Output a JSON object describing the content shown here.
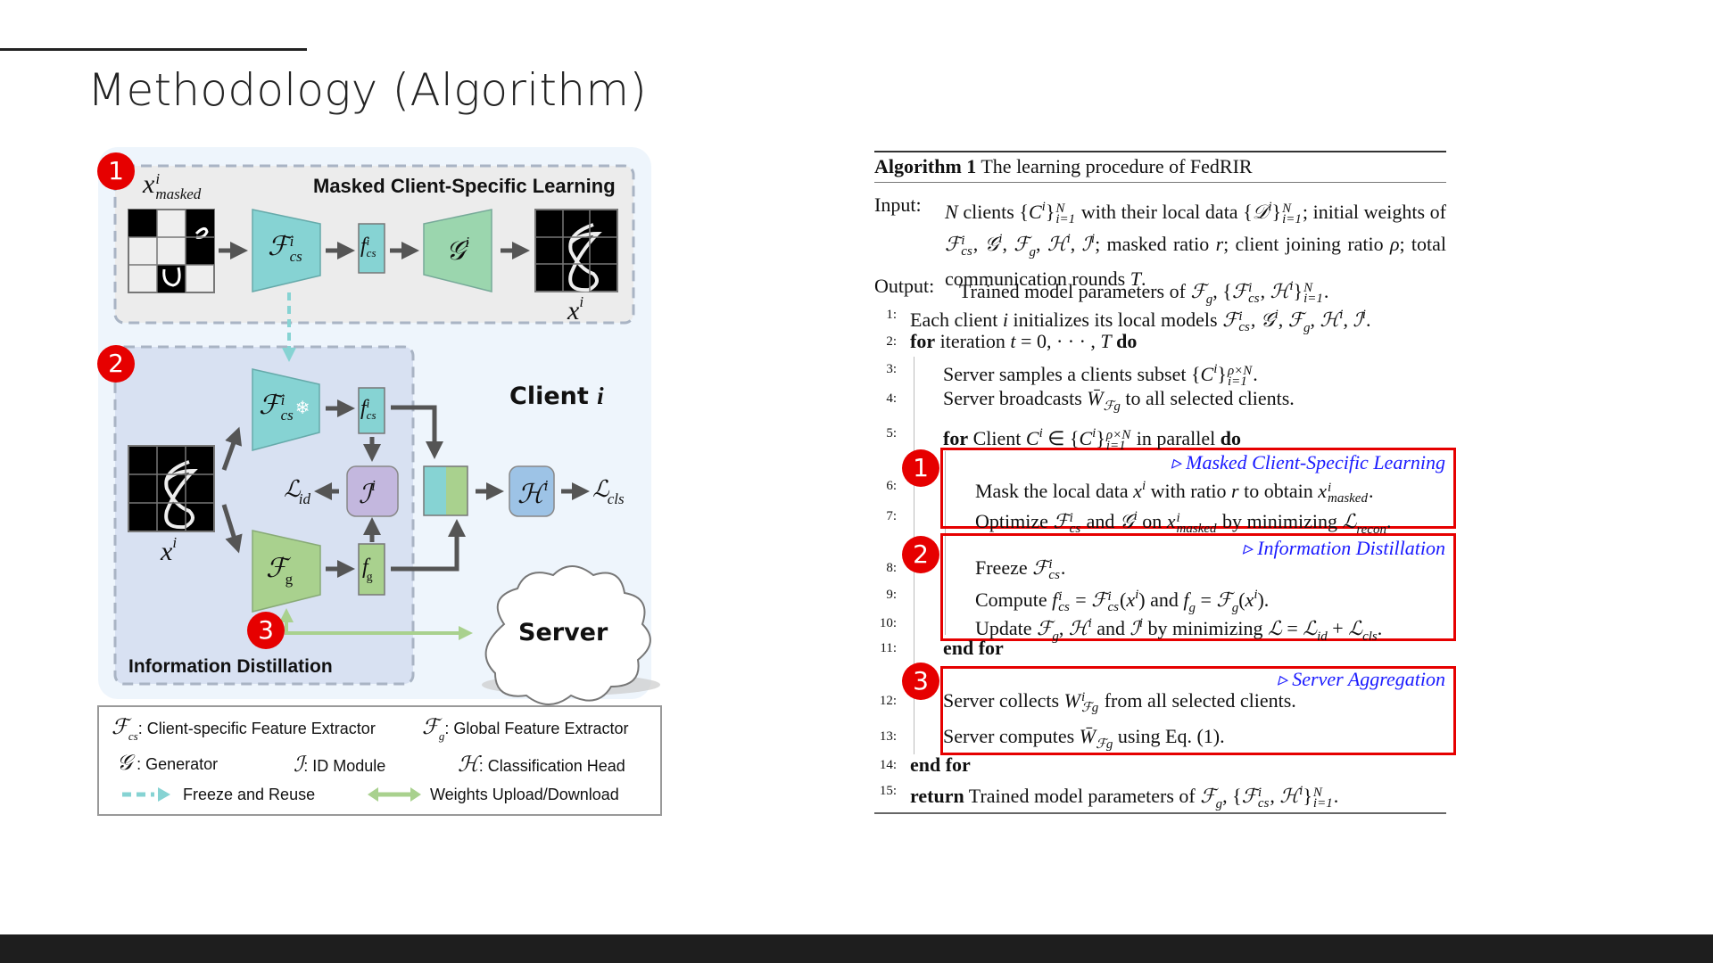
{
  "slide": {
    "title": "Methodology (Algorithm)"
  },
  "diagram": {
    "badges": [
      "1",
      "2",
      "3"
    ],
    "masked_section_title": "Masked Client-Specific Learning",
    "distill_section_title": "Information Distillation",
    "client_label": {
      "text": "Client ",
      "var": "i"
    },
    "server_label": "Server",
    "x_masked": {
      "symbol": "x",
      "sup": "i",
      "sub": "masked"
    },
    "x_recon": {
      "symbol": "x",
      "sup": "i"
    },
    "x_input": {
      "symbol": "x",
      "sup": "i"
    },
    "fcs_extractor": {
      "symbol": "ℱ",
      "sup": "i",
      "sub": "cs"
    },
    "fcs_feature": {
      "symbol": "f",
      "sup": "i",
      "sub": "cs"
    },
    "generator": {
      "symbol": "𝒢",
      "sup": "i"
    },
    "fcs_frozen": {
      "symbol": "ℱ",
      "sup": "i",
      "sub": "cs",
      "icon": "❄"
    },
    "fcs_feature2": {
      "symbol": "f",
      "sup": "i",
      "sub": "cs"
    },
    "id_module": {
      "symbol": "ℐ",
      "sup": "i"
    },
    "loss_id": {
      "symbol": "ℒ",
      "sub": "id"
    },
    "fg_extractor": {
      "symbol": "ℱ",
      "sub": "g"
    },
    "fg_feature": {
      "symbol": "f",
      "sub": "g"
    },
    "head": {
      "symbol": "ℋ",
      "sup": "i"
    },
    "loss_cls": {
      "symbol": "ℒ",
      "sub": "cls"
    },
    "colors": {
      "fcs": "#86d3d3",
      "generator": "#9bd6ae",
      "fg": "#a9d18e",
      "id": "#c3b7de",
      "head": "#9dc3e6",
      "badge": "#e60000"
    }
  },
  "legend": {
    "items": [
      {
        "symbol": "ℱ",
        "sub": "cs",
        "label": ": Client-specific Feature Extractor"
      },
      {
        "symbol": "ℱ",
        "sub": "g",
        "label": ": Global Feature Extractor"
      },
      {
        "symbol": "𝒢",
        "sub": "",
        "label": " : Generator"
      },
      {
        "symbol": "ℐ",
        "sub": "",
        "label": ": ID Module"
      },
      {
        "symbol": "ℋ",
        "sub": "",
        "label": ": Classification Head"
      }
    ],
    "freeze_label": "Freeze and Reuse",
    "weights_label": "Weights Upload/Download"
  },
  "algorithm": {
    "caption": [
      [
        "b",
        "Algorithm 1"
      ],
      [
        "n",
        " The learning procedure of FedRIR"
      ]
    ],
    "input_label": "Input:",
    "input": [
      [
        "i",
        "N"
      ],
      [
        "n",
        " clients {"
      ],
      [
        "i",
        "C"
      ],
      [
        "sup",
        "i"
      ],
      [
        "n",
        "}"
      ],
      [
        "ss",
        "N",
        "i=1"
      ],
      [
        "n",
        " with their local data {"
      ],
      [
        "i",
        "𝒟"
      ],
      [
        "sup",
        "i"
      ],
      [
        "n",
        "}"
      ],
      [
        "ss",
        "N",
        "i=1"
      ],
      [
        "n",
        "; initial weights of "
      ],
      [
        "i",
        "ℱ"
      ],
      [
        "ss",
        "i",
        "cs"
      ],
      [
        "n",
        ", "
      ],
      [
        "i",
        "𝒢"
      ],
      [
        "sup",
        "i"
      ],
      [
        "n",
        ", "
      ],
      [
        "i",
        "ℱ"
      ],
      [
        "sub",
        "g"
      ],
      [
        "n",
        ", "
      ],
      [
        "i",
        "ℋ"
      ],
      [
        "sup",
        "i"
      ],
      [
        "n",
        ", "
      ],
      [
        "i",
        "ℐ"
      ],
      [
        "sup",
        "i"
      ],
      [
        "n",
        "; masked ratio "
      ],
      [
        "i",
        "r"
      ],
      [
        "n",
        "; client joining ratio "
      ],
      [
        "i",
        "ρ"
      ],
      [
        "n",
        "; total communication rounds "
      ],
      [
        "i",
        "T"
      ],
      [
        "n",
        "."
      ]
    ],
    "output_label": "Output:",
    "output": [
      [
        "n",
        "Trained model parameters of "
      ],
      [
        "i",
        "ℱ"
      ],
      [
        "sub",
        "g"
      ],
      [
        "n",
        ", {"
      ],
      [
        "i",
        "ℱ"
      ],
      [
        "ss",
        "i",
        "cs"
      ],
      [
        "n",
        ", "
      ],
      [
        "i",
        "ℋ"
      ],
      [
        "sup",
        "i"
      ],
      [
        "n",
        "}"
      ],
      [
        "ss",
        "N",
        "i=1"
      ],
      [
        "n",
        "."
      ]
    ],
    "annotations": [
      "▹ Masked Client-Specific Learning",
      "▹ Information Distillation",
      "▹ Server Aggregation"
    ],
    "lines": [
      {
        "num": "1:",
        "parts": [
          [
            "n",
            "Each client "
          ],
          [
            "i",
            "i"
          ],
          [
            "n",
            " initializes its local models "
          ],
          [
            "i",
            "ℱ"
          ],
          [
            "ss",
            "i",
            "cs"
          ],
          [
            "n",
            ", "
          ],
          [
            "i",
            "𝒢"
          ],
          [
            "sup",
            "i"
          ],
          [
            "n",
            ", "
          ],
          [
            "i",
            "ℱ"
          ],
          [
            "sub",
            "g"
          ],
          [
            "n",
            ", "
          ],
          [
            "i",
            "ℋ"
          ],
          [
            "sup",
            "i"
          ],
          [
            "n",
            ", "
          ],
          [
            "i",
            "ℐ"
          ],
          [
            "sup",
            "i"
          ],
          [
            "n",
            "."
          ]
        ]
      },
      {
        "num": "2:",
        "parts": [
          [
            "b",
            "for"
          ],
          [
            "n",
            " iteration "
          ],
          [
            "i",
            "t"
          ],
          [
            "n",
            " = 0, · · · , "
          ],
          [
            "i",
            "T"
          ],
          [
            "b",
            " do"
          ]
        ]
      },
      {
        "num": "3:",
        "parts": [
          [
            "n",
            "Server samples a clients subset {"
          ],
          [
            "i",
            "C"
          ],
          [
            "sup",
            "i"
          ],
          [
            "n",
            "}"
          ],
          [
            "ss",
            "ρ×N",
            "i=1"
          ],
          [
            "n",
            "."
          ]
        ]
      },
      {
        "num": "4:",
        "parts": [
          [
            "n",
            "Server broadcasts "
          ],
          [
            "i",
            "W̄"
          ],
          [
            "sub",
            "ℱg"
          ],
          [
            "n",
            " to all selected clients."
          ]
        ]
      },
      {
        "num": "5:",
        "parts": [
          [
            "b",
            "for"
          ],
          [
            "n",
            " Client "
          ],
          [
            "i",
            "C"
          ],
          [
            "sup",
            "i"
          ],
          [
            "n",
            " ∈ {"
          ],
          [
            "i",
            "C"
          ],
          [
            "sup",
            "i"
          ],
          [
            "n",
            "}"
          ],
          [
            "ss",
            "ρ×N",
            "i=1"
          ],
          [
            "n",
            " in parallel "
          ],
          [
            "b",
            "do"
          ]
        ]
      },
      {
        "num": "6:",
        "parts": [
          [
            "n",
            "Mask the local data "
          ],
          [
            "i",
            "x"
          ],
          [
            "sup",
            "i"
          ],
          [
            "n",
            " with ratio "
          ],
          [
            "i",
            "r"
          ],
          [
            "n",
            " to obtain "
          ],
          [
            "i",
            "x"
          ],
          [
            "ss",
            "i",
            "masked"
          ],
          [
            "n",
            "."
          ]
        ]
      },
      {
        "num": "7:",
        "parts": [
          [
            "n",
            "Optimize "
          ],
          [
            "i",
            "ℱ"
          ],
          [
            "ss",
            "i",
            "cs"
          ],
          [
            "n",
            " and "
          ],
          [
            "i",
            "𝒢"
          ],
          [
            "sup",
            "i"
          ],
          [
            "n",
            " on "
          ],
          [
            "i",
            "x"
          ],
          [
            "ss",
            "i",
            "masked"
          ],
          [
            "n",
            " by minimizing "
          ],
          [
            "i",
            "ℒ"
          ],
          [
            "sub",
            "recon"
          ],
          [
            "n",
            "."
          ]
        ]
      },
      {
        "num": "8:",
        "parts": [
          [
            "n",
            "Freeze "
          ],
          [
            "i",
            "ℱ"
          ],
          [
            "ss",
            "i",
            "cs"
          ],
          [
            "n",
            "."
          ]
        ]
      },
      {
        "num": "9:",
        "parts": [
          [
            "n",
            "Compute "
          ],
          [
            "i",
            "f"
          ],
          [
            "ss",
            "i",
            "cs"
          ],
          [
            "n",
            " = "
          ],
          [
            "i",
            "ℱ"
          ],
          [
            "ss",
            "i",
            "cs"
          ],
          [
            "n",
            "("
          ],
          [
            "i",
            "x"
          ],
          [
            "sup",
            "i"
          ],
          [
            "n",
            ") and "
          ],
          [
            "i",
            "f"
          ],
          [
            "sub",
            "g"
          ],
          [
            "n",
            " = "
          ],
          [
            "i",
            "ℱ"
          ],
          [
            "sub",
            "g"
          ],
          [
            "n",
            "("
          ],
          [
            "i",
            "x"
          ],
          [
            "sup",
            "i"
          ],
          [
            "n",
            ")."
          ]
        ]
      },
      {
        "num": "10:",
        "parts": [
          [
            "n",
            "Update "
          ],
          [
            "i",
            "ℱ"
          ],
          [
            "sub",
            "g"
          ],
          [
            "n",
            ", "
          ],
          [
            "i",
            "ℋ"
          ],
          [
            "sup",
            "i"
          ],
          [
            "n",
            " and "
          ],
          [
            "i",
            "ℐ"
          ],
          [
            "sup",
            "i"
          ],
          [
            "n",
            " by minimizing "
          ],
          [
            "i",
            "ℒ"
          ],
          [
            "n",
            " = "
          ],
          [
            "i",
            "ℒ"
          ],
          [
            "sub",
            "id"
          ],
          [
            "n",
            " + "
          ],
          [
            "i",
            "ℒ"
          ],
          [
            "sub",
            "cls"
          ],
          [
            "n",
            "."
          ]
        ]
      },
      {
        "num": "11:",
        "parts": [
          [
            "b",
            "end for"
          ]
        ]
      },
      {
        "num": "12:",
        "parts": [
          [
            "n",
            "Server collects "
          ],
          [
            "i",
            "W"
          ],
          [
            "ss",
            "i",
            "ℱg"
          ],
          [
            "n",
            " from all selected clients."
          ]
        ]
      },
      {
        "num": "13:",
        "parts": [
          [
            "n",
            "Server computes "
          ],
          [
            "i",
            "W̄"
          ],
          [
            "sub",
            "ℱg"
          ],
          [
            "n",
            " using Eq. (1)."
          ]
        ]
      },
      {
        "num": "14:",
        "parts": [
          [
            "b",
            "end for"
          ]
        ]
      },
      {
        "num": "15:",
        "parts": [
          [
            "b",
            "return"
          ],
          [
            "n",
            " Trained model parameters of "
          ],
          [
            "i",
            "ℱ"
          ],
          [
            "sub",
            "g"
          ],
          [
            "n",
            ", {"
          ],
          [
            "i",
            "ℱ"
          ],
          [
            "ss",
            "i",
            "cs"
          ],
          [
            "n",
            ", "
          ],
          [
            "i",
            "ℋ"
          ],
          [
            "sup",
            "i"
          ],
          [
            "n",
            "}"
          ],
          [
            "ss",
            "N",
            "i=1"
          ],
          [
            "n",
            "."
          ]
        ]
      }
    ],
    "badges": [
      "1",
      "2",
      "3"
    ]
  }
}
